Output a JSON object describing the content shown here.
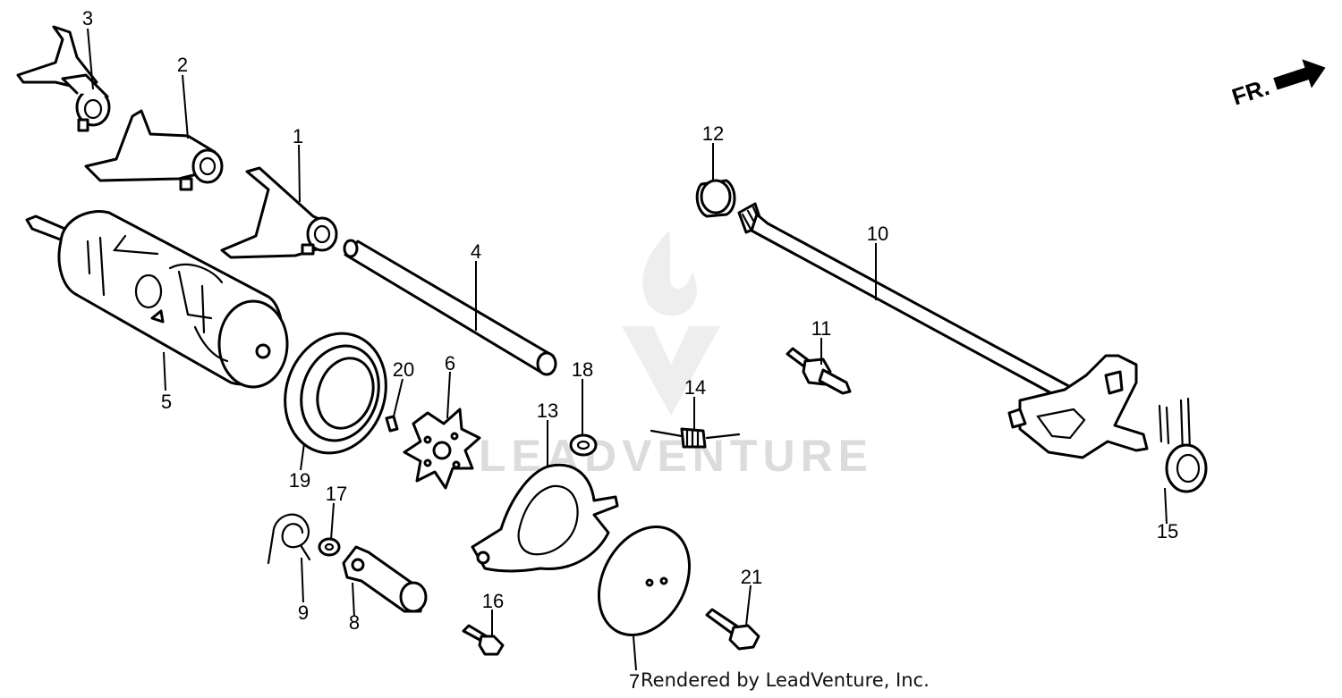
{
  "watermark": {
    "text": "LEADVENTURE"
  },
  "direction_marker": {
    "label": "FR.",
    "icon": "arrow-right-icon"
  },
  "callouts": [
    {
      "id": "c1",
      "label": "1"
    },
    {
      "id": "c2",
      "label": "2"
    },
    {
      "id": "c3",
      "label": "3"
    },
    {
      "id": "c4",
      "label": "4"
    },
    {
      "id": "c5",
      "label": "5"
    },
    {
      "id": "c6",
      "label": "6"
    },
    {
      "id": "c7",
      "label": "7"
    },
    {
      "id": "c8",
      "label": "8"
    },
    {
      "id": "c9",
      "label": "9"
    },
    {
      "id": "c10",
      "label": "10"
    },
    {
      "id": "c11",
      "label": "11"
    },
    {
      "id": "c12",
      "label": "12"
    },
    {
      "id": "c13",
      "label": "13"
    },
    {
      "id": "c14",
      "label": "14"
    },
    {
      "id": "c15",
      "label": "15"
    },
    {
      "id": "c16",
      "label": "16"
    },
    {
      "id": "c17",
      "label": "17"
    },
    {
      "id": "c18",
      "label": "18"
    },
    {
      "id": "c19",
      "label": "19"
    },
    {
      "id": "c20",
      "label": "20"
    },
    {
      "id": "c21",
      "label": "21"
    }
  ],
  "footer": {
    "credit": "Rendered by LeadVenture, Inc."
  }
}
